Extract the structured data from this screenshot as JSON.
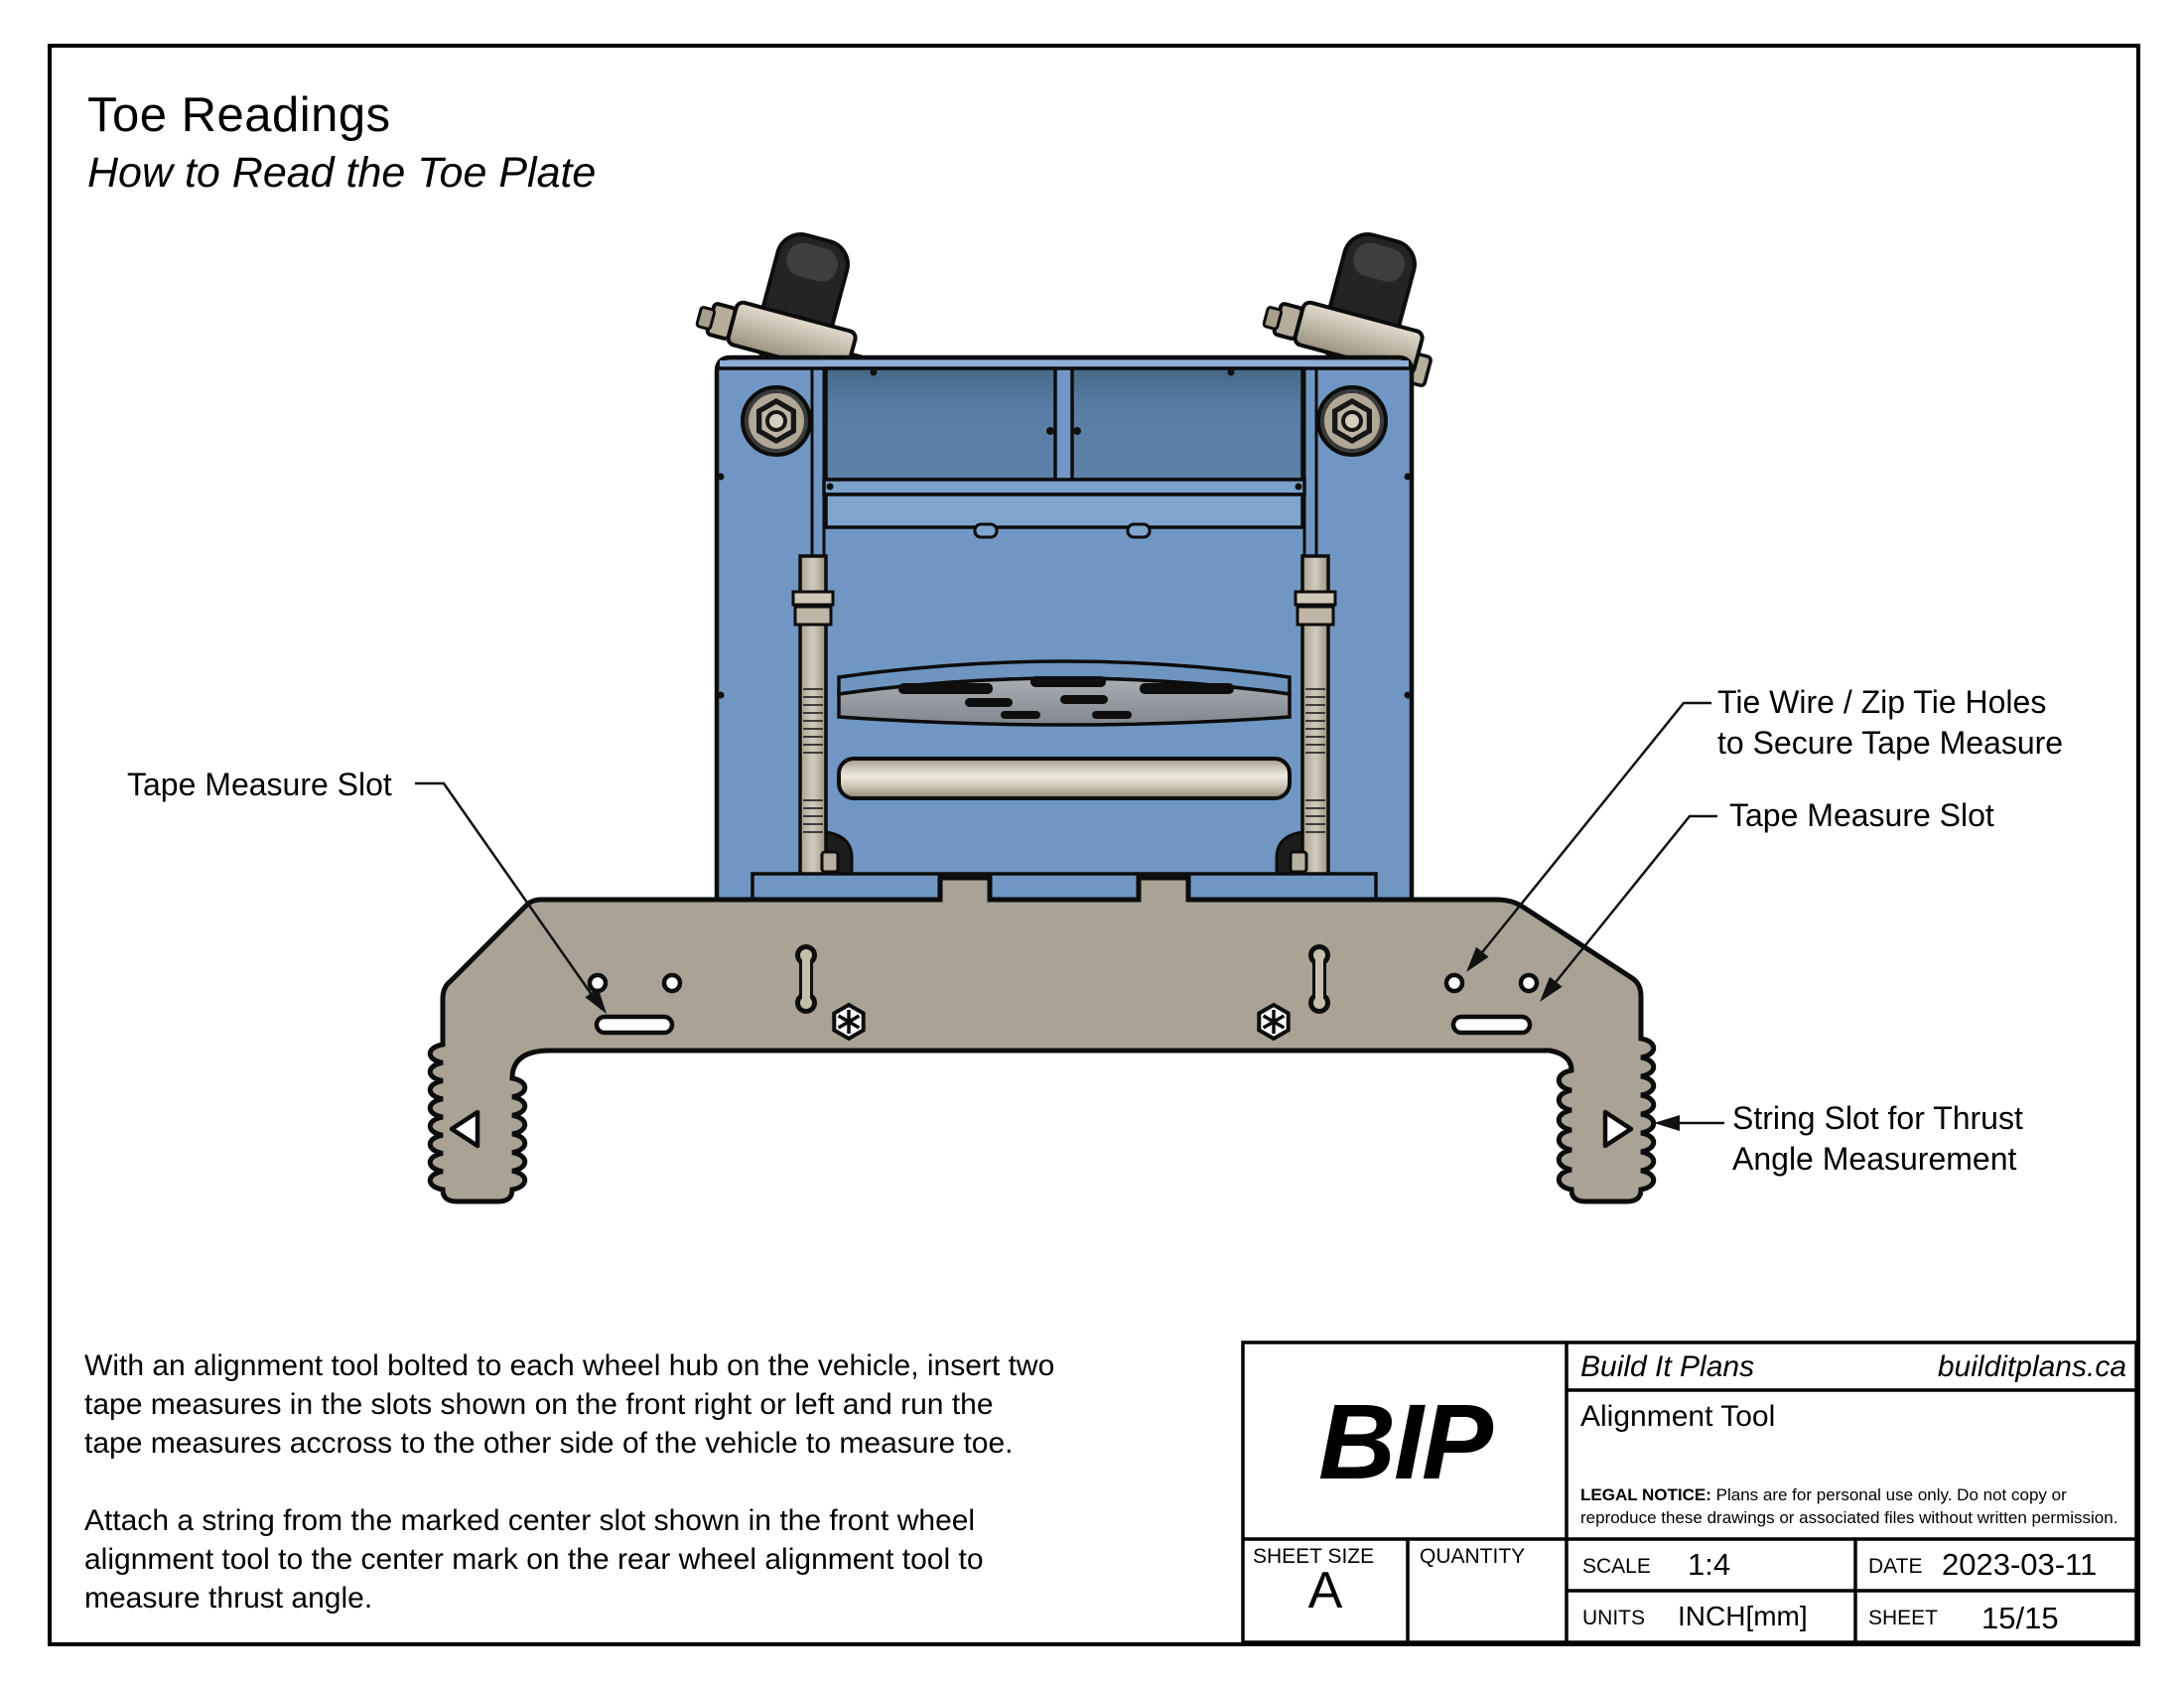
{
  "page": {
    "title": "Toe Readings",
    "subtitle": "How to Read the Toe Plate"
  },
  "callouts": {
    "tape_measure_slot_left": "Tape Measure Slot",
    "tie_wire_line1": "Tie Wire / Zip Tie Holes",
    "tie_wire_line2": "to Secure Tape Measure",
    "tape_measure_slot_right": "Tape Measure Slot",
    "string_slot_line1": "String Slot for Thrust",
    "string_slot_line2": "Angle Measurement"
  },
  "notes": {
    "p1": [
      "With an alignment tool bolted to each wheel hub on the vehicle, insert two",
      "tape measures in the slots shown on the front right or left and run the",
      "tape measures accross to the other side of the vehicle to measure toe."
    ],
    "p2": [
      "Attach a string from the marked center slot shown in the front wheel",
      "alignment tool to the center mark on the rear wheel alignment tool to",
      "measure thrust angle."
    ]
  },
  "titleblock": {
    "brand": "BIP",
    "company": "Build It Plans",
    "website": "builditplans.ca",
    "part_title": "Alignment Tool",
    "legal_bold": "LEGAL NOTICE:",
    "legal_rest1": " Plans are for personal use only. Do not copy or",
    "legal_line2": "reproduce these drawings or associated files without written permission.",
    "sheet_size_label": "SHEET SIZE",
    "sheet_size": "A",
    "quantity_label": "QUANTITY",
    "scale_label": "SCALE",
    "scale": "1:4",
    "date_label": "DATE",
    "date": "2023-03-11",
    "units_label": "UNITS",
    "units": "INCH[mm]",
    "sheet_label": "SHEET",
    "sheet": "15/15"
  },
  "colors": {
    "outline": "#0c0c0c",
    "plate_tan": "#a9a295",
    "frame_blue": "#7097c3",
    "recessed_blue": "#55789e",
    "metal_tan": "#c4bdac",
    "disc_gray": "#9a9ea6",
    "knob_black": "#242424"
  }
}
